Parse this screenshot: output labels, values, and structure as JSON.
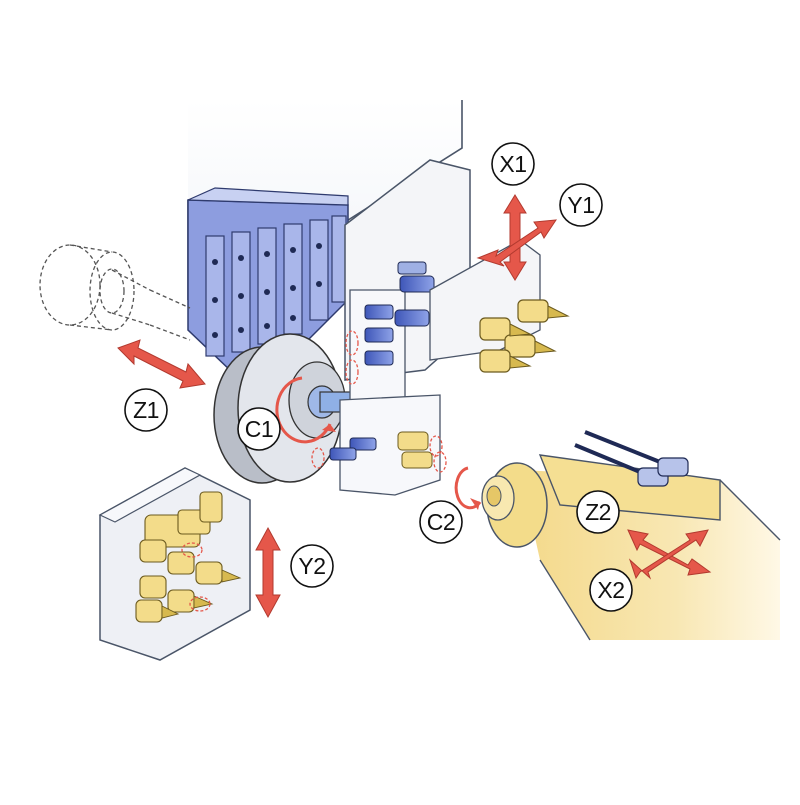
{
  "colors": {
    "background": "#ffffff",
    "machine_body": "#f5f7fb",
    "machine_outline": "#4a5568",
    "gang_tool_blue": "#7f8fd6",
    "tool_holder": "#f3dc8a",
    "tool_holder_dark": "#d7b94f",
    "spindle_yellow": "#f7e29a",
    "arrow_red": "#e5574a",
    "label_circle": "#ffffff",
    "label_text": "#111111"
  },
  "axes": {
    "x1": "X1",
    "y1": "Y1",
    "z1": "Z1",
    "c1": "C1",
    "c2": "C2",
    "z2": "Z2",
    "x2": "X2",
    "y2": "Y2"
  }
}
